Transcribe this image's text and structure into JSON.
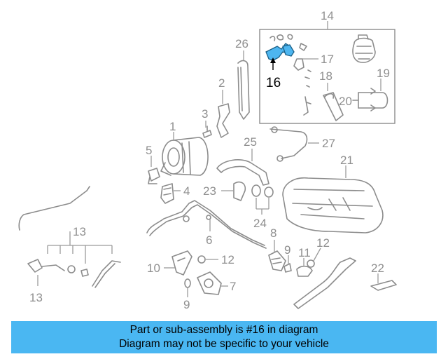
{
  "diagram": {
    "callouts": [
      "1",
      "2",
      "3",
      "4",
      "5",
      "6",
      "7",
      "8",
      "9",
      "10",
      "11",
      "12",
      "12",
      "13",
      "14",
      "15",
      "16",
      "17",
      "18",
      "19",
      "20",
      "21",
      "22",
      "23",
      "24",
      "25",
      "26",
      "27"
    ],
    "highlighted_part": "16",
    "colors": {
      "highlight": "#4db6f0",
      "line": "#8c8c8c",
      "banner": "#4ab7f2"
    }
  },
  "banner": {
    "line1": "Part or sub-assembly is #16 in diagram",
    "line2": "Diagram may not be specific to your vehicle"
  }
}
